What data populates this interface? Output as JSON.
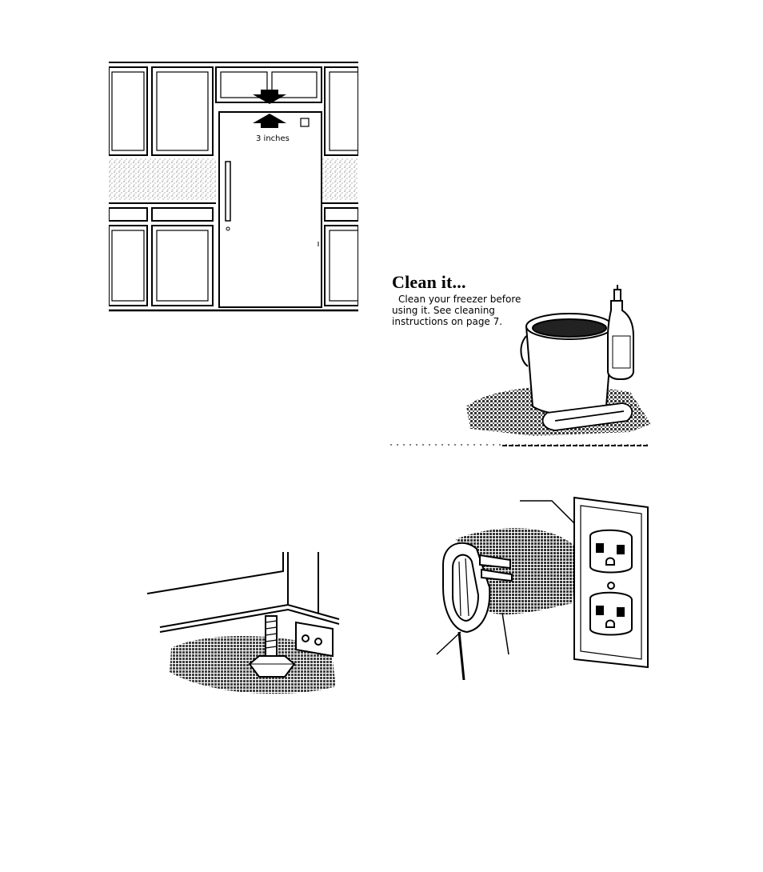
{
  "installation_figure": {
    "clearance_label": "3 inches"
  },
  "clean_section": {
    "title": "Clean it...",
    "body_lines": [
      "Clean your freezer before",
      "using it. See cleaning",
      "instructions on page 7."
    ]
  },
  "figures": {
    "kitchen": "freezer-between-cabinets-illustration",
    "cleaning": "bucket-detergent-cloth-illustration",
    "leveling": "leveling-leg-illustration",
    "outlet": "three-prong-plug-outlet-illustration"
  },
  "colors": {
    "ink": "#000000",
    "paper": "#ffffff"
  }
}
